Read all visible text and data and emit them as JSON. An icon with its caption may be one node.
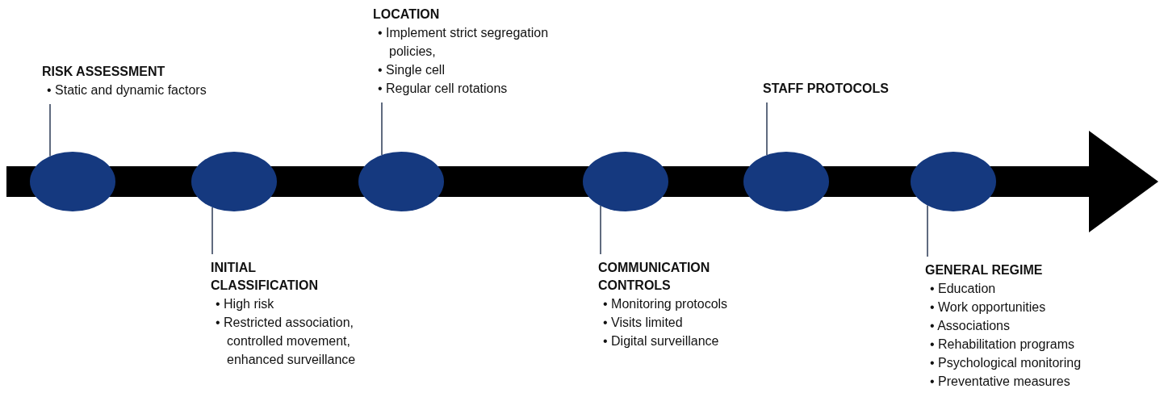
{
  "diagram": {
    "nodes": [
      {
        "text": [],
        "shape": "circle"
      },
      {
        "text": [],
        "shape": "circle"
      },
      {
        "text": [],
        "shape": "circle"
      },
      {
        "text": [],
        "shape": "circle"
      },
      {
        "text": [],
        "shape": "circle"
      },
      {
        "text": [],
        "shape": "circle"
      },
      {
        "text": [
          "RISK ASSESSMENT",
          "• Static and dynamic factors"
        ]
      },
      {
        "text": [
          "INITIAL CLASSIFICATION",
          "• High risk",
          "• Restricted association, controlled movement, enhanced surveillance"
        ]
      },
      {
        "text": [
          "LOCATION",
          "• Implement strict segregation policies,",
          "• Single cell",
          "• Regular cell rotations"
        ]
      },
      {
        "text": [
          "COMMUNICATION CONTROLS",
          "• Monitoring protocols",
          "• Visits limited",
          "• Digital surveillance"
        ]
      },
      {
        "text": [
          "STAFF PROTOCOLS"
        ]
      },
      {
        "text": [
          "GENERAL REGIME",
          "• Education",
          "• Work opportunities",
          "• Associations",
          "• Rehabilitation programs",
          "• Psychological monitoring",
          "• Preventative measures"
        ]
      }
    ],
    "edges": [
      {
        "from": 6,
        "to": 0,
        "arrow": "none"
      },
      {
        "from": 7,
        "to": 1,
        "arrow": "none"
      },
      {
        "from": 8,
        "to": 2,
        "arrow": "none"
      },
      {
        "from": 9,
        "to": 3,
        "arrow": "none"
      },
      {
        "from": 10,
        "to": 4,
        "arrow": "none"
      },
      {
        "from": 11,
        "to": 5,
        "arrow": "none"
      }
    ]
  }
}
